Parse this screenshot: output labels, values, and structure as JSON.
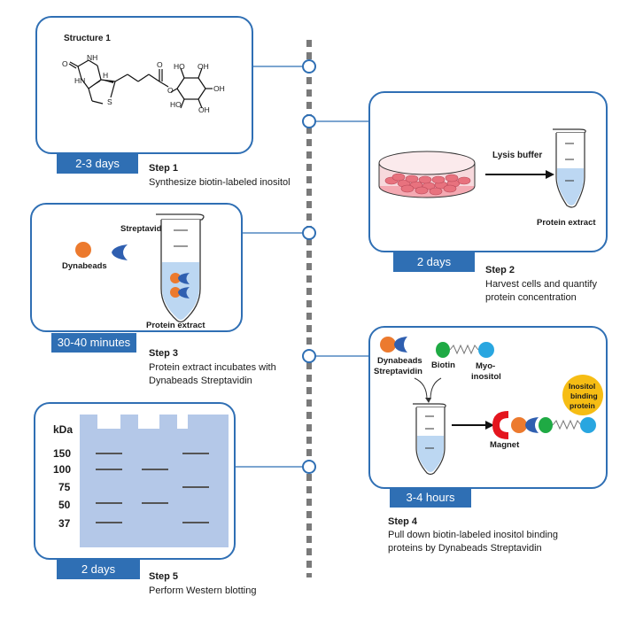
{
  "colors": {
    "accent": "#2f6fb4",
    "bead": "#ec7a2e",
    "strep": "#2f5fb0",
    "biotin": "#1faa44",
    "inositol": "#29a6e0",
    "binding_protein": "#f6bd14",
    "magnet": "#e4151e",
    "gel": "#b4c8e8",
    "liquid": "#bcd7f2",
    "dish": "#e8727e"
  },
  "step1": {
    "structure_label": "Structure 1",
    "duration": "2-3 days",
    "title": "Step 1",
    "desc": "Synthesize biotin-labeled inositol",
    "chem": {
      "o": "O",
      "nh": "NH",
      "hn": "HN",
      "h": "H",
      "s": "S",
      "ho1": "HO",
      "oh1": "OH",
      "ho2": "HO",
      "oh2": "OH",
      "ho3": "HO",
      "oh3": "OH",
      "o_ester": "O",
      "o_carbonyl": "O"
    }
  },
  "step2": {
    "duration": "2 days",
    "title": "Step 2",
    "desc_line1": "Harvest cells and quantify",
    "desc_line2": "protein concentration",
    "lysis_label": "Lysis buffer",
    "extract_label": "Protein extract"
  },
  "step3": {
    "duration": "30-40 minutes",
    "title": "Step 3",
    "desc_line1": "Protein extract incubates with",
    "desc_line2": "Dynabeads Streptavidin",
    "dynabeads_label": "Dynabeads",
    "streptavidin_label": "Streptavidin",
    "extract_label": "Protein extract"
  },
  "step4": {
    "duration": "3-4 hours",
    "title": "Step 4",
    "desc_line1": "Pull down biotin-labeled inositol binding",
    "desc_line2": "proteins by Dynabeads Streptavidin",
    "dyna_strep_line1": "Dynabeads",
    "dyna_strep_line2": "Streptavidin",
    "biotin_label": "Biotin",
    "myo_line1": "Myo-",
    "myo_line2": "inositol",
    "magnet_label": "Magnet",
    "binding_line1": "Inositol",
    "binding_line2": "binding",
    "binding_line3": "protein"
  },
  "step5": {
    "duration": "2 days",
    "title": "Step 5",
    "desc": "Perform Western blotting",
    "unit": "kDa",
    "markers": [
      "150",
      "100",
      "75",
      "50",
      "37"
    ]
  }
}
